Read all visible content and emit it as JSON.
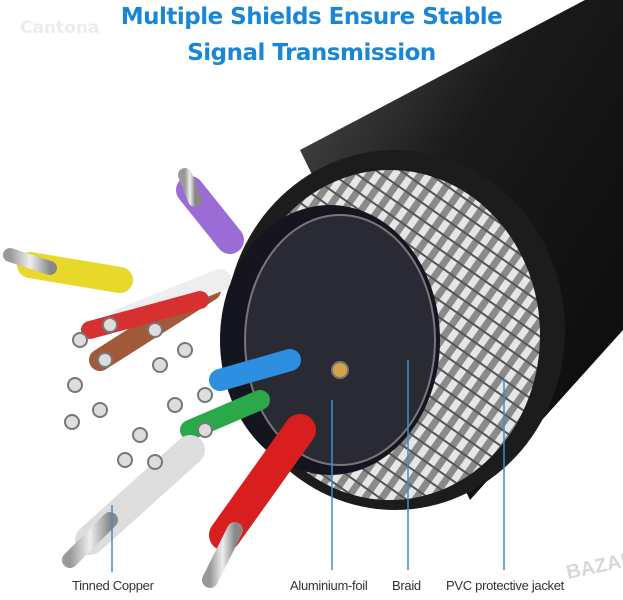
{
  "title": {
    "line1": "Multiple Shields Ensure Stable",
    "line2": "Signal Transmission"
  },
  "watermarks": {
    "top_left": "Cantona",
    "bottom_right": "BAZAR"
  },
  "labels": {
    "tinned_copper": "Tinned Copper",
    "aluminium_foil": "Aluminium-foil",
    "braid": "Braid",
    "pvc_jacket": "PVC protective jacket"
  },
  "colors": {
    "title": "#1a86d6",
    "callout_line": "#3a8fd0",
    "jacket": "#1b1b1b"
  }
}
